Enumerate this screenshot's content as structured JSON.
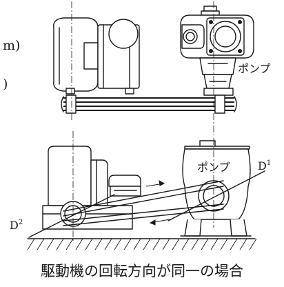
{
  "edge_text": {
    "line1": "m)",
    "line2": ")"
  },
  "labels": {
    "pump_top": "ポンプ",
    "pump_bottom": "ポンプ",
    "d1_main": "D",
    "d1_sub": "1",
    "d2_main": "D",
    "d2_sub": "2"
  },
  "caption": "駆動機の回転方向が同一の場合",
  "colors": {
    "line": "#1a1a1a",
    "background": "#ffffff"
  }
}
